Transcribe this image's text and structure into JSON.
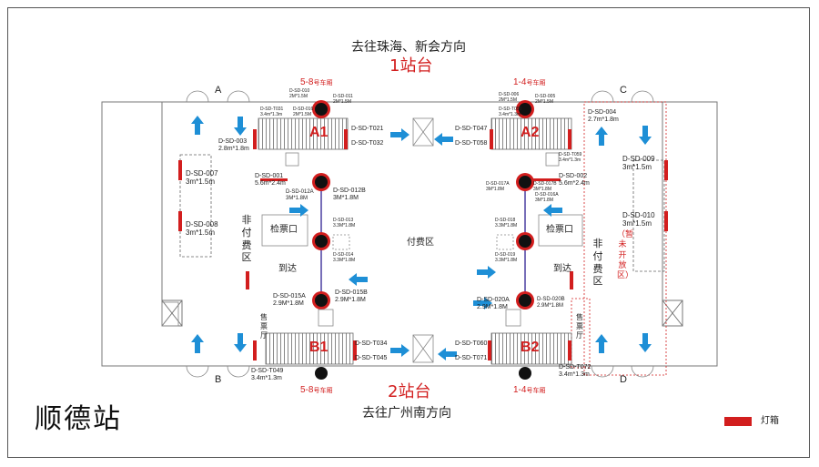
{
  "station_name": "顺德站",
  "top": {
    "direction": "去往珠海、新会方向",
    "platform": "1站台"
  },
  "bottom": {
    "direction": "去往广州南方向",
    "platform": "2站台"
  },
  "car_labels": {
    "tl": {
      "num": "5-8",
      "suffix": "号车厢"
    },
    "tr": {
      "num": "1-4",
      "suffix": "号车厢"
    },
    "bl": {
      "num": "5-8",
      "suffix": "号车厢"
    },
    "br": {
      "num": "1-4",
      "suffix": "号车厢"
    }
  },
  "corners": {
    "a": "A",
    "b": "B",
    "c": "C",
    "d": "D"
  },
  "escalators": {
    "a1": "A1",
    "a2": "A2",
    "b1": "B1",
    "b2": "B2"
  },
  "zones": {
    "paid": "付费区",
    "unpaid_left": "非付费区",
    "unpaid_right": "非付费区",
    "closed": "（暂未开放区）",
    "ticket_left": "检票口",
    "ticket_right": "检票口",
    "arrive_left": "到达",
    "arrive_right": "到达",
    "hall_left": "售票厅",
    "hall_right": "售票厅"
  },
  "legend": {
    "label": "灯箱",
    "color": "#d21e1e"
  },
  "colors": {
    "accent": "#d21e1e",
    "arrow": "#1e8fd6",
    "line": "#4a3fa0"
  },
  "ads": {
    "d003": {
      "code": "D-SD-003",
      "size": "2.8m*1.8m"
    },
    "d007": {
      "code": "D-SD-007",
      "size": "3m*1.5m"
    },
    "d008": {
      "code": "D-SD-008",
      "size": "3m*1.5m"
    },
    "d001": {
      "code": "D-SD-001",
      "size": "5.6m*2.4m"
    },
    "d012a": {
      "code": "D-SD-012A",
      "size": "3M*1.8M"
    },
    "d012b": {
      "code": "D-SD-012B",
      "size": "3M*1.8M"
    },
    "d013": {
      "code": "D-SD-013",
      "size": "3.3M*1.8M"
    },
    "d014": {
      "code": "D-SD-014",
      "size": "3.3M*1.8M"
    },
    "d015a": {
      "code": "D-SD-015A",
      "size": "2.9M*1.8M"
    },
    "d015b": {
      "code": "D-SD-015B",
      "size": "2.9M*1.8M"
    },
    "t021": {
      "code": "D-SD-T021"
    },
    "t032": {
      "code": "D-SD-T032"
    },
    "t047": {
      "code": "D-SD-T047"
    },
    "t058": {
      "code": "D-SD-T058"
    },
    "t034": {
      "code": "D-SD-T034"
    },
    "t045": {
      "code": "D-SD-T045"
    },
    "t060": {
      "code": "D-SD-T060"
    },
    "t071": {
      "code": "D-SD-T071"
    },
    "t049": {
      "code": "D-SD-T049",
      "size": "3.4m*1.3m"
    },
    "t072": {
      "code": "D-SD-T072",
      "size": "3.4m*1.3m"
    },
    "d004": {
      "code": "D-SD-004",
      "size": "2.7m*1.8m"
    },
    "d009": {
      "code": "D-SD-009",
      "size": "3m*1.5m"
    },
    "d010": {
      "code": "D-SD-010",
      "size": "3m*1.5m"
    },
    "d002": {
      "code": "D-SD-002",
      "size": "5.6m*2.4m"
    },
    "d017a": {
      "code": "D-SD-017A",
      "size": "3M*1.8M"
    },
    "d017b": {
      "code": "D-SD-017B",
      "size": "3M*1.8M"
    },
    "d018": {
      "code": "D-SD-018",
      "size": "3.3M*1.8M"
    },
    "d019": {
      "code": "D-SD-019",
      "size": "3.3M*1.8M"
    },
    "d020a": {
      "code": "D-SD-020A",
      "size": "2.9M*1.8M"
    },
    "d020b": {
      "code": "D-SD-020B",
      "size": "2.9M*1.8M"
    },
    "d010s": {
      "code": "D-SD-010",
      "size": "2M*1.5M"
    },
    "d011s": {
      "code": "D-SD-011",
      "size": "2M*1.5M"
    },
    "d031s": {
      "code": "D-SD-T031",
      "size": "3.4m*1.3m"
    },
    "d050s": {
      "code": "D-SD-T050",
      "size": "3.4m*1.3m"
    },
    "d016s": {
      "code": "D-SD-016",
      "size": "2M*1.5M"
    },
    "d006s": {
      "code": "D-SD-006",
      "size": "2M*1.5M"
    },
    "d005s": {
      "code": "D-SD-005",
      "size": "2M*1.5M"
    },
    "d016a": {
      "code": "D-SD-016A",
      "size": "3M*1.8M"
    },
    "d059s": {
      "code": "D-SD-T059",
      "size": "3.4m*1.3m"
    }
  }
}
